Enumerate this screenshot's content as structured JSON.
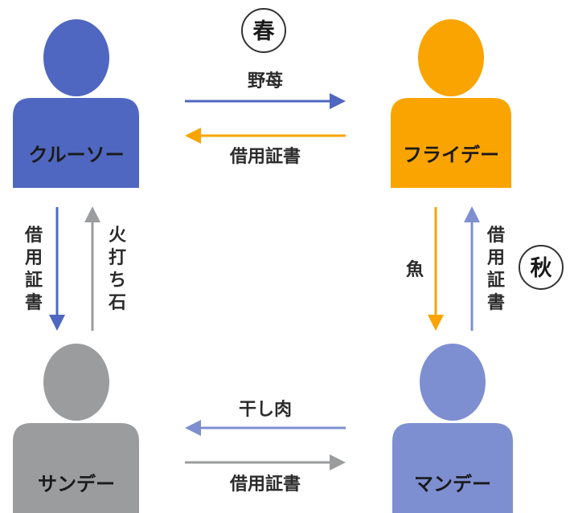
{
  "seasons": {
    "spring": "春",
    "autumn": "秋"
  },
  "people": {
    "crusoe": {
      "label": "クルーソー",
      "color": "#4f67c0"
    },
    "friday": {
      "label": "フライデー",
      "color": "#f9a400"
    },
    "sunday": {
      "label": "サンデー",
      "color": "#9a9c9d"
    },
    "monday": {
      "label": "マンデー",
      "color": "#7d8fd0"
    }
  },
  "flows": {
    "crusoe_to_friday": {
      "label": "野苺",
      "color": "#4f67c0"
    },
    "friday_to_crusoe": {
      "label": "借用証書",
      "color": "#f9a400"
    },
    "crusoe_to_sunday": {
      "label": "借用証書",
      "color": "#4f67c0"
    },
    "sunday_to_crusoe": {
      "label": "火打ち石",
      "color": "#9a9c9d"
    },
    "friday_to_monday": {
      "label": "魚",
      "color": "#f9a400"
    },
    "monday_to_friday": {
      "label": "借用証書",
      "color": "#7d8fd0"
    },
    "monday_to_sunday": {
      "label": "干し肉",
      "color": "#7d8fd0"
    },
    "sunday_to_monday": {
      "label": "借用証書",
      "color": "#9a9c9d"
    }
  }
}
